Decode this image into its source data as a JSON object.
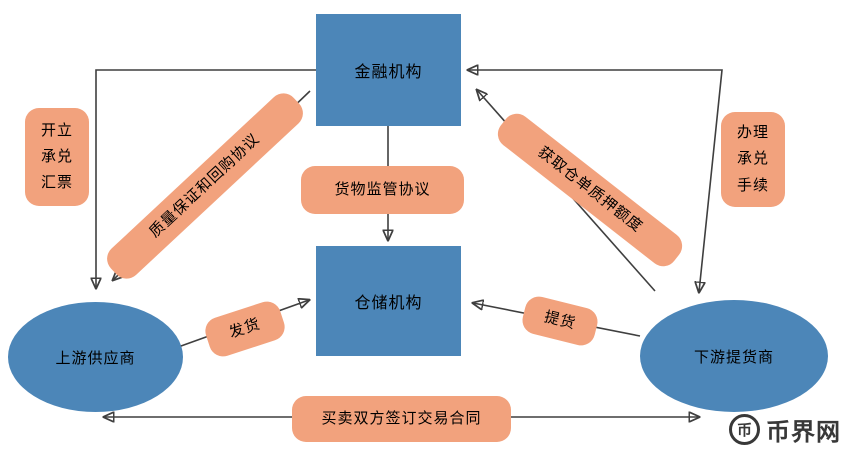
{
  "nodes": {
    "financial": "金融机构",
    "warehouse": "仓储机构",
    "upstream": "上游供应商",
    "downstream": "下游提货商"
  },
  "labels": {
    "open_draft": "开立\n承兑\n汇票",
    "quality_agreement": "质量保证和回购协议",
    "supervision_agreement": "货物监管协议",
    "pledge_quota": "获取仓单质押额度",
    "acceptance_procedure": "办理\n承兑\n手续",
    "ship": "发货",
    "pick": "提货",
    "contract": "买卖双方签订交易合同"
  },
  "watermark": {
    "text": "币界网",
    "symbol": "币"
  },
  "colors": {
    "node_fill": "#4c86b8",
    "label_fill": "#f2a27d",
    "arrow": "#3f3f3f",
    "text": "#000000",
    "watermark": "#383838"
  }
}
